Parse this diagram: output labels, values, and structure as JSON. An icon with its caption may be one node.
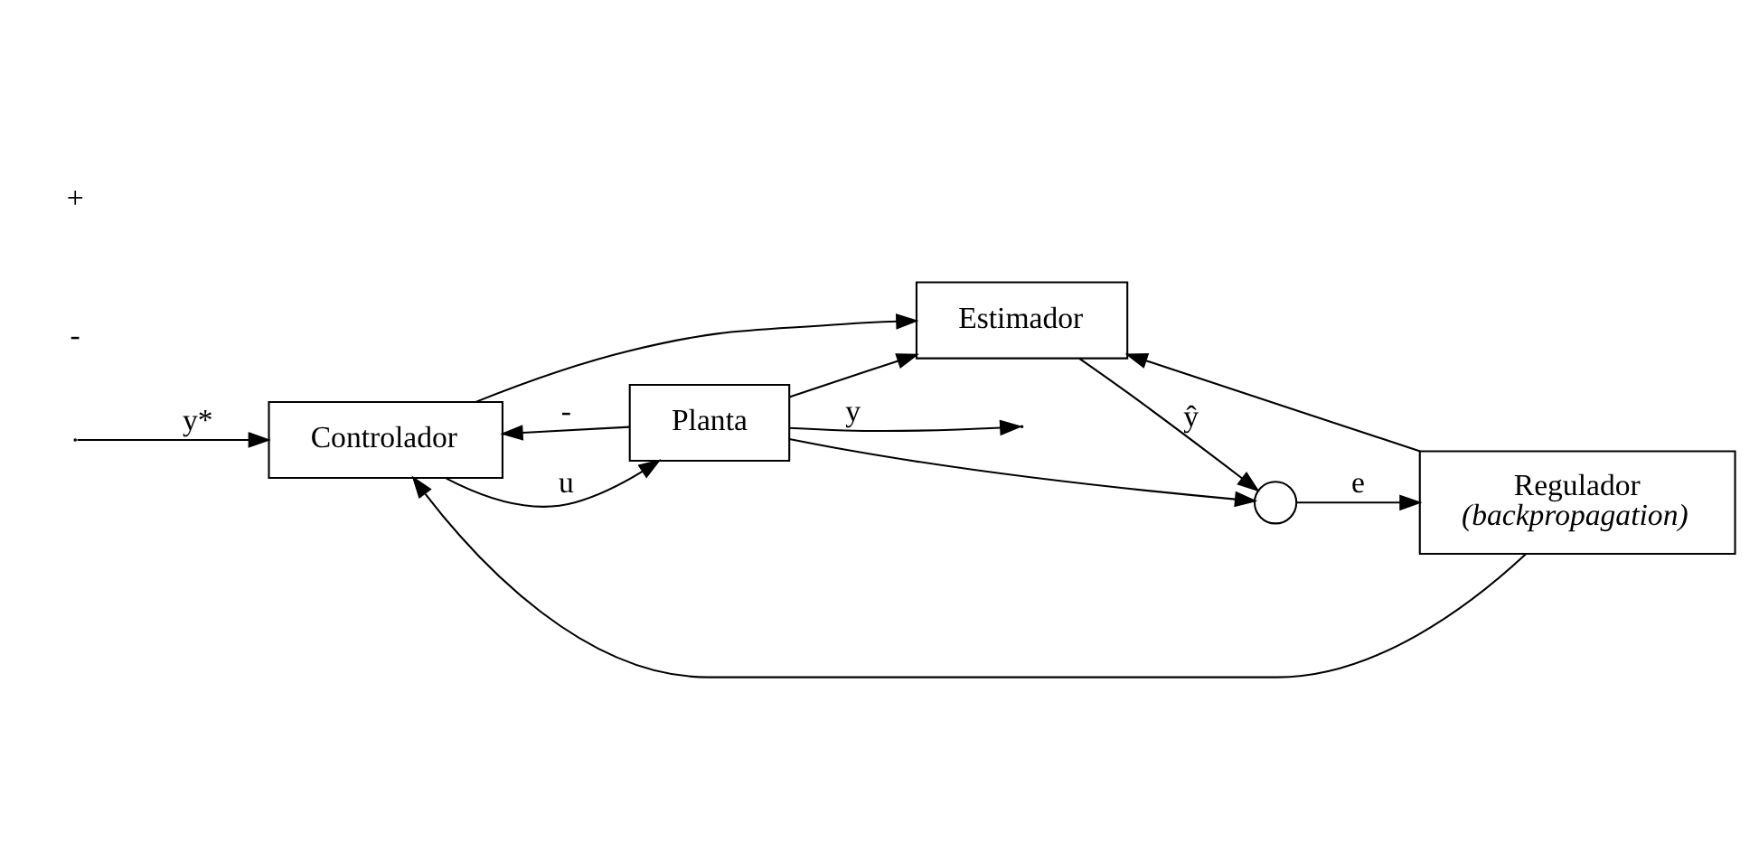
{
  "diagram": {
    "nodes": [
      {
        "text": [
          "Controlador"
        ]
      },
      {
        "text": [
          "Planta"
        ]
      },
      {
        "text": [
          "Estimador"
        ]
      },
      {
        "text": [],
        "shape": "circle"
      },
      {
        "text": [
          "Regulador",
          "(backpropagation)"
        ]
      }
    ],
    "edges": [
      {
        "from": null,
        "to": 0,
        "arrow": "to",
        "label": "y*"
      },
      {
        "from": 0,
        "to": 1,
        "arrow": "to",
        "label": "u"
      },
      {
        "from": 0,
        "to": 2,
        "arrow": "to"
      },
      {
        "from": 1,
        "to": null,
        "arrow": "to",
        "label": "y"
      },
      {
        "from": 1,
        "to": 3,
        "arrow": "to"
      },
      {
        "from": 1,
        "to": 0,
        "arrow": "to",
        "label": "-"
      },
      {
        "from": 1,
        "to": 2,
        "arrow": "to"
      },
      {
        "from": 2,
        "to": 3,
        "arrow": "to",
        "label": "ŷ"
      },
      {
        "from": 3,
        "to": 4,
        "arrow": "to",
        "label": "e"
      },
      {
        "from": 4,
        "to": 0,
        "arrow": "to"
      },
      {
        "from": 4,
        "to": 2,
        "arrow": "to"
      }
    ],
    "labels": [
      "-",
      "+"
    ]
  }
}
